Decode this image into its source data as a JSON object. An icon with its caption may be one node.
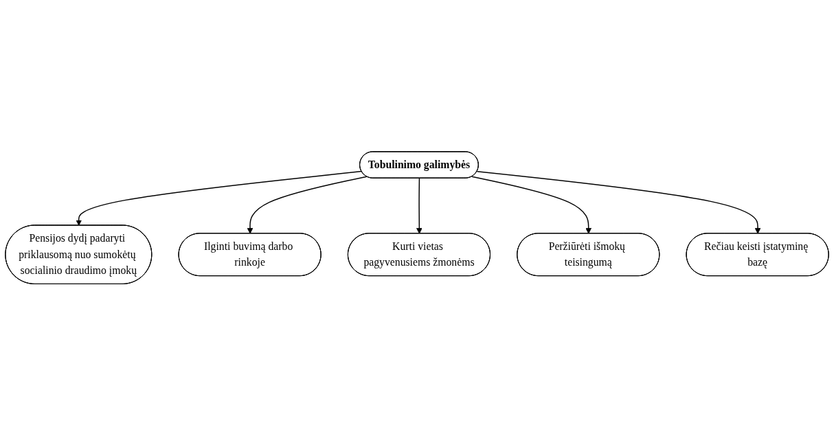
{
  "diagram": {
    "nodes": [
      {
        "text": [
          "Pensijos dydį padaryti priklausomą nuo sumokėtų socialinio draudimo įmokų"
        ]
      },
      {
        "text": [
          "Ilginti buvimą darbo rinkoje"
        ]
      },
      {
        "text": [
          "Tobulinimo galimybės"
        ]
      },
      {
        "text": [
          "Kurti vietas pagyvenusiems žmonėms"
        ]
      },
      {
        "text": [
          "Peržiūrėti išmokų teisingumą"
        ]
      },
      {
        "text": [
          "Rečiau keisti įstatyminę bazę"
        ]
      }
    ],
    "edges": [
      {
        "from": 2,
        "to": 0,
        "arrow": "to"
      },
      {
        "from": 2,
        "to": 1,
        "arrow": "to"
      },
      {
        "from": 2,
        "to": 3,
        "arrow": "to"
      },
      {
        "from": 2,
        "to": 4,
        "arrow": "to"
      },
      {
        "from": 2,
        "to": 5,
        "arrow": "to"
      }
    ]
  }
}
